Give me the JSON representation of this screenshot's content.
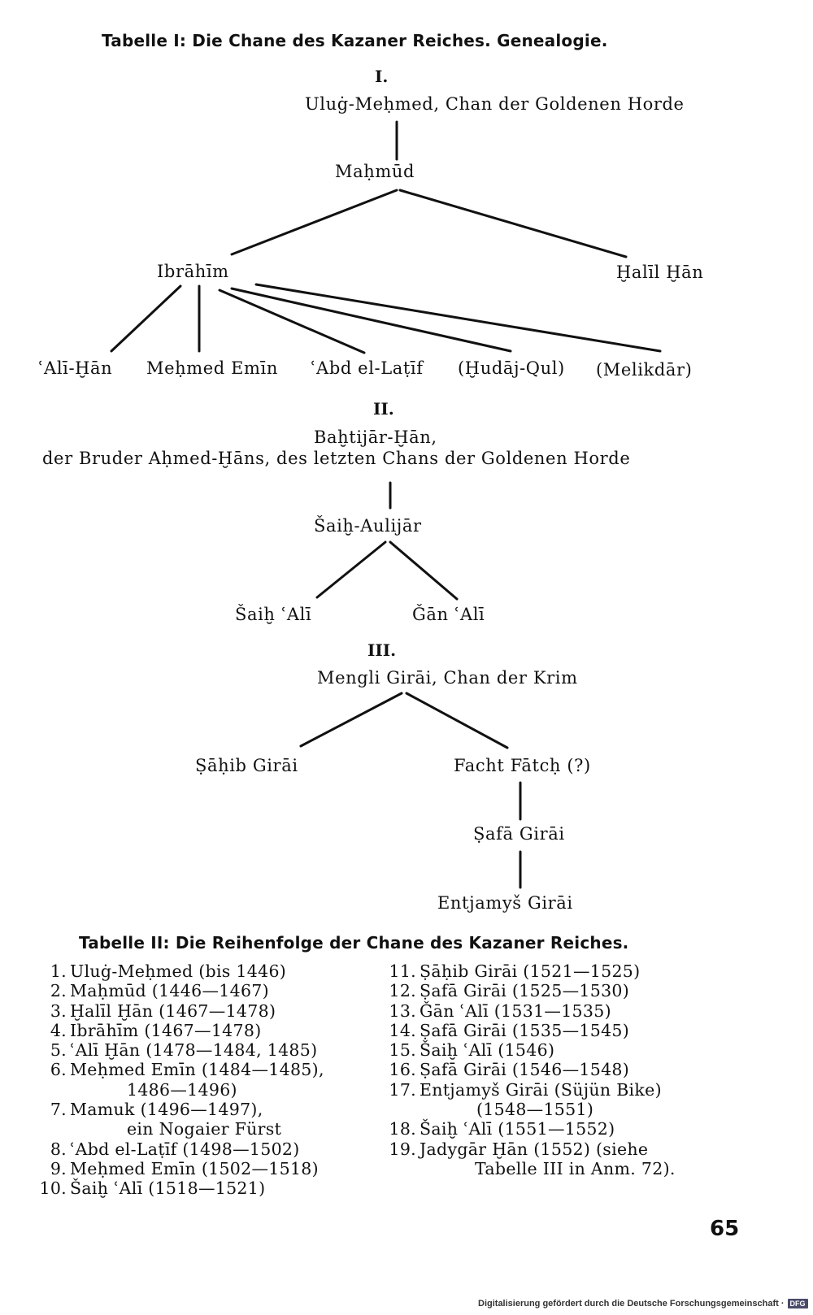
{
  "table1": {
    "title": "Tabelle I: Die Chane des Kazaner Reiches. Genealogie.",
    "section1": {
      "label": "I.",
      "root": "Uluġ-Meḥmed, Chan der Goldenen Horde",
      "level1": "Maḥmūd",
      "level2_left": "Ibrāhīm",
      "level2_right": "Ḫalīl Ḫān",
      "children": [
        "ʿAlī-Ḫān",
        "Meḥmed Emīn",
        "ʿAbd el-Laṭīf",
        "(Ḫudāj-Qul)",
        "(Melikdār)"
      ]
    },
    "section2": {
      "label": "II.",
      "root_line1": "Baḫtijār-Ḫān,",
      "root_line2": "der Bruder Aḥmed-Ḫāns, des letzten Chans der Goldenen Horde",
      "level1": "Šaiḫ-Aulijār",
      "children": [
        "Šaiḫ ʿAlī",
        "Ǧān ʿAlī"
      ]
    },
    "section3": {
      "label": "III.",
      "root": "Mengli Girāi, Chan der Krim",
      "left": "Ṣāḥib Girāi",
      "right": "Facht Fātcḥ (?)",
      "right_child": "Ṣafā Girāi",
      "right_grandchild": "Entjamyš Girāi"
    }
  },
  "table2": {
    "title": "Tabelle II: Die Reihenfolge der Chane des Kazaner Reiches.",
    "left_column": [
      {
        "num": "1.",
        "text": "Uluġ-Meḥmed (bis 1446)"
      },
      {
        "num": "2.",
        "text": "Maḥmūd (1446—1467)"
      },
      {
        "num": "3.",
        "text": "Ḫalīl Ḫān (1467—1478)"
      },
      {
        "num": "4.",
        "text": "Ibrāhīm (1467—1478)"
      },
      {
        "num": "5.",
        "text": "ʿAlī Ḫān (1478—1484, 1485)"
      },
      {
        "num": "6.",
        "text": "Meḥmed Emīn (1484—1485),",
        "cont": "1486—1496)"
      },
      {
        "num": "7.",
        "text": "Mamuk (1496—1497),",
        "cont": "ein Nogaier Fürst"
      },
      {
        "num": "8.",
        "text": "ʿAbd el-Laṭīf (1498—1502)"
      },
      {
        "num": "9.",
        "text": "Meḥmed Emīn (1502—1518)"
      },
      {
        "num": "10.",
        "text": "Šaiḫ ʿAlī (1518—1521)"
      }
    ],
    "right_column": [
      {
        "num": "11.",
        "text": "Ṣāḥib Girāi (1521—1525)"
      },
      {
        "num": "12.",
        "text": "Ṣafā Girāi (1525—1530)"
      },
      {
        "num": "13.",
        "text": "Ǧān ʿAlī (1531—1535)"
      },
      {
        "num": "14.",
        "text": "Ṣafā Girāi (1535—1545)"
      },
      {
        "num": "15.",
        "text": "Šaiḫ ʿAlī (1546)"
      },
      {
        "num": "16.",
        "text": "Ṣafā Girāi (1546—1548)"
      },
      {
        "num": "17.",
        "text": "Entjamyš Girāi (Süjün Bike)",
        "cont": "(1548—1551)"
      },
      {
        "num": "18.",
        "text": "Šaiḫ ʿAlī (1551—1552)"
      },
      {
        "num": "19.",
        "text": "Jadygār Ḫān (1552) (siehe",
        "cont": "Tabelle III in Anm. 72)."
      }
    ]
  },
  "page_number": "65",
  "footer": {
    "text": "Digitalisierung gefördert durch die Deutsche Forschungsgemeinschaft ·",
    "logo": "DFG"
  }
}
